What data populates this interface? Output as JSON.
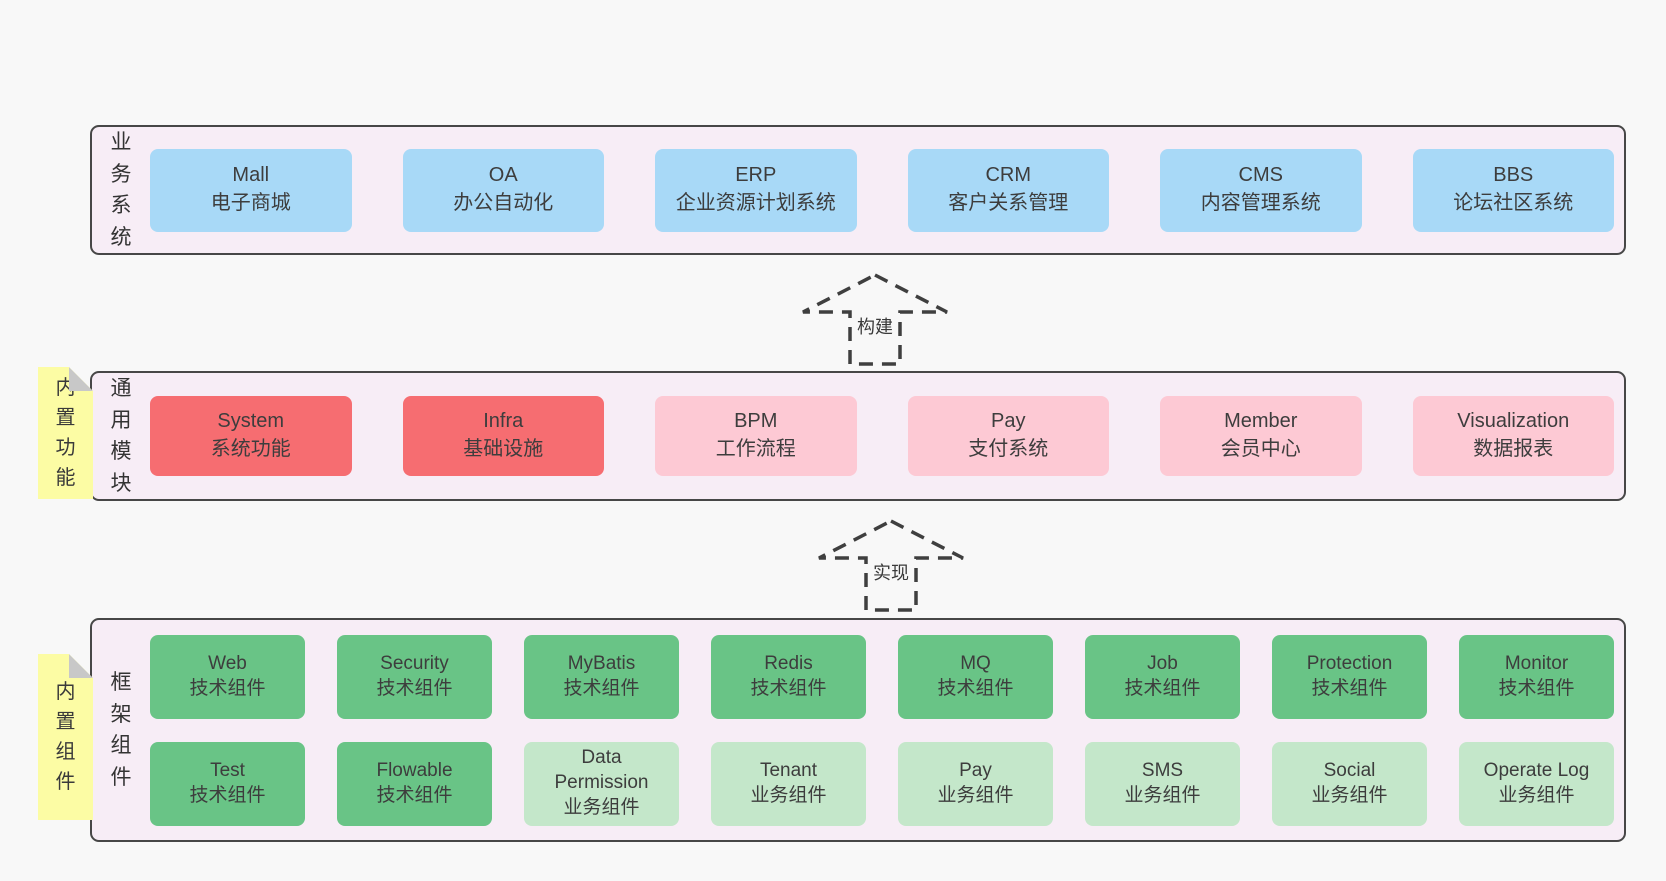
{
  "page": {
    "background": "#f8f8f8"
  },
  "colors": {
    "layer_background": "#f7edf6",
    "layer_border": "#474747",
    "business_box_blue": "#a8d9f7",
    "core_module_red": "#f66d71",
    "module_pink": "#fdc9d4",
    "tech_component_green": "#69c486",
    "biz_component_light_green": "#c4e7ca",
    "note_yellow": "#fcfca4",
    "note_fold_gray": "#c8c8c8",
    "text": "#3d3d3d"
  },
  "arrows": [
    {
      "label": "构建"
    },
    {
      "label": "实现"
    }
  ],
  "notes": [
    {
      "text": "内置功能"
    },
    {
      "text": "内置组件"
    }
  ],
  "layers": [
    {
      "label": "业务系统",
      "boxes": [
        {
          "title": "Mall",
          "subtitle": "电子商城",
          "variant": "blue"
        },
        {
          "title": "OA",
          "subtitle": "办公自动化",
          "variant": "blue"
        },
        {
          "title": "ERP",
          "subtitle": "企业资源计划系统",
          "variant": "blue"
        },
        {
          "title": "CRM",
          "subtitle": "客户关系管理",
          "variant": "blue"
        },
        {
          "title": "CMS",
          "subtitle": "内容管理系统",
          "variant": "blue"
        },
        {
          "title": "BBS",
          "subtitle": "论坛社区系统",
          "variant": "blue"
        }
      ]
    },
    {
      "label": "通用模块",
      "boxes": [
        {
          "title": "System",
          "subtitle": "系统功能",
          "variant": "red"
        },
        {
          "title": "Infra",
          "subtitle": "基础设施",
          "variant": "red"
        },
        {
          "title": "BPM",
          "subtitle": "工作流程",
          "variant": "pink"
        },
        {
          "title": "Pay",
          "subtitle": "支付系统",
          "variant": "pink"
        },
        {
          "title": "Member",
          "subtitle": "会员中心",
          "variant": "pink"
        },
        {
          "title": "Visualization",
          "subtitle": "数据报表",
          "variant": "pink"
        }
      ]
    },
    {
      "label": "框架组件",
      "rows": [
        [
          {
            "title": "Web",
            "subtitle": "技术组件",
            "variant": "green"
          },
          {
            "title": "Security",
            "subtitle": "技术组件",
            "variant": "green"
          },
          {
            "title": "MyBatis",
            "subtitle": "技术组件",
            "variant": "green"
          },
          {
            "title": "Redis",
            "subtitle": "技术组件",
            "variant": "green"
          },
          {
            "title": "MQ",
            "subtitle": "技术组件",
            "variant": "green"
          },
          {
            "title": "Job",
            "subtitle": "技术组件",
            "variant": "green"
          },
          {
            "title": "Protection",
            "subtitle": "技术组件",
            "variant": "green"
          },
          {
            "title": "Monitor",
            "subtitle": "技术组件",
            "variant": "green"
          }
        ],
        [
          {
            "title": "Test",
            "subtitle": "技术组件",
            "variant": "green"
          },
          {
            "title": "Flowable",
            "subtitle": "技术组件",
            "variant": "green"
          },
          {
            "title": "Data Permission",
            "subtitle": "业务组件",
            "variant": "lgreen"
          },
          {
            "title": "Tenant",
            "subtitle": "业务组件",
            "variant": "lgreen"
          },
          {
            "title": "Pay",
            "subtitle": "业务组件",
            "variant": "lgreen"
          },
          {
            "title": "SMS",
            "subtitle": "业务组件",
            "variant": "lgreen"
          },
          {
            "title": "Social",
            "subtitle": "业务组件",
            "variant": "lgreen"
          },
          {
            "title": "Operate Log",
            "subtitle": "业务组件",
            "variant": "lgreen"
          }
        ]
      ]
    }
  ]
}
